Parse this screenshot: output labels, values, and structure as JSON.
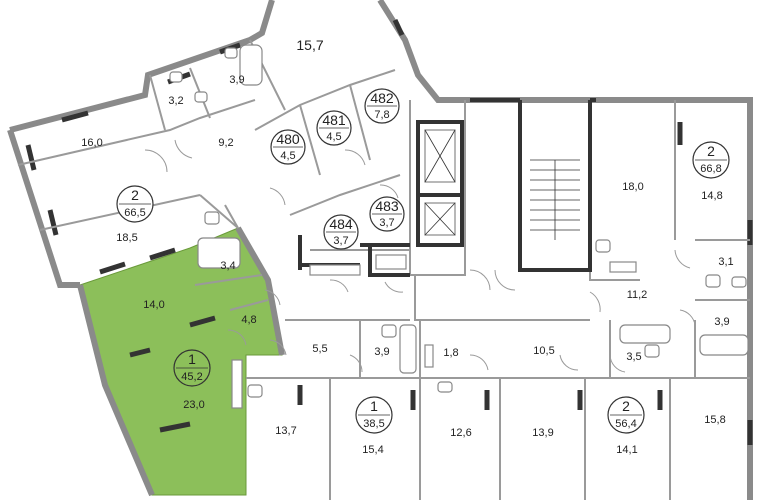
{
  "rooms": {
    "r1": "15,7",
    "r2": "3,9",
    "r3": "3,2",
    "r4": "16,0",
    "r5": "9,2",
    "r6": "18,5",
    "r7": "3,4",
    "r8": "14,0",
    "r9": "4,8",
    "r10": "23,0",
    "r11": "5,5",
    "r12": "3,9",
    "r13": "1,8",
    "r14": "10,5",
    "r15": "3,5",
    "r16": "13,7",
    "r17": "15,4",
    "r18": "12,6",
    "r19": "13,9",
    "r20": "14,1",
    "r21": "15,8",
    "r22": "18,0",
    "r23": "14,8",
    "r24": "3,1",
    "r25": "11,2",
    "r26": "3,9"
  },
  "badges": {
    "b1": {
      "top": "2",
      "bottom": "66,5"
    },
    "b2": {
      "top": "1",
      "bottom": "45,2"
    },
    "b3": {
      "top": "1",
      "bottom": "38,5"
    },
    "b4": {
      "top": "2",
      "bottom": "56,4"
    },
    "b5": {
      "top": "2",
      "bottom": "66,8"
    },
    "b6": {
      "top": "480",
      "bottom": "4,5"
    },
    "b7": {
      "top": "481",
      "bottom": "4,5"
    },
    "b8": {
      "top": "482",
      "bottom": "7,8"
    },
    "b9": {
      "top": "483",
      "bottom": "3,7"
    },
    "b10": {
      "top": "484",
      "bottom": "3,7"
    }
  },
  "colors": {
    "highlight": "#8cbf5a",
    "wall": "#8a8a8a",
    "dark": "#333333"
  }
}
